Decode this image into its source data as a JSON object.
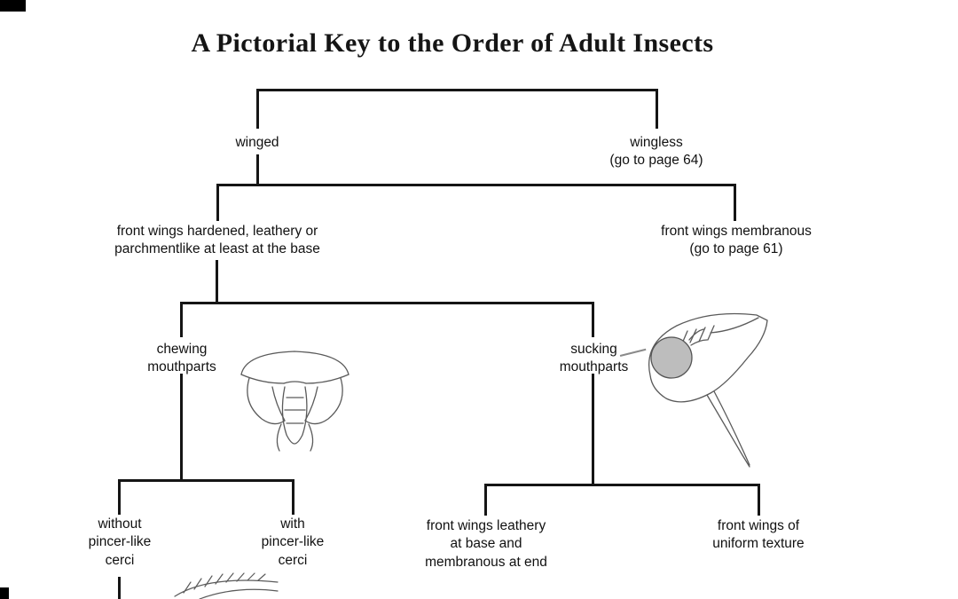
{
  "title": "A Pictorial Key to the Order of Adult Insects",
  "tree": {
    "level1": {
      "winged": "winged",
      "wingless": "wingless\n(go to page 64)"
    },
    "level2": {
      "hardened": "front wings hardened, leathery or\nparchmentlike at least at the base",
      "membranous": "front wings membranous\n(go to page 61)"
    },
    "level3": {
      "chewing": "chewing\nmouthparts",
      "sucking": "sucking\nmouthparts"
    },
    "level4": {
      "without_cerci": "without\npincer-like\ncerci",
      "with_cerci": "with\npincer-like\ncerci",
      "leathery_base": "front wings leathery\nat base and\nmembranous at end",
      "uniform_texture": "front wings of\nuniform texture"
    }
  },
  "illustrations": {
    "chewing": "chewing-mouthparts-line-drawing",
    "sucking": "sucking-mouthparts-head-with-proboscis-drawing",
    "cerci": "partial-abdomen-with-hatching-drawing"
  },
  "colors": {
    "line": "#151515",
    "text": "#111111",
    "background": "#ffffff",
    "drawing_stroke": "#5a5a5a"
  }
}
